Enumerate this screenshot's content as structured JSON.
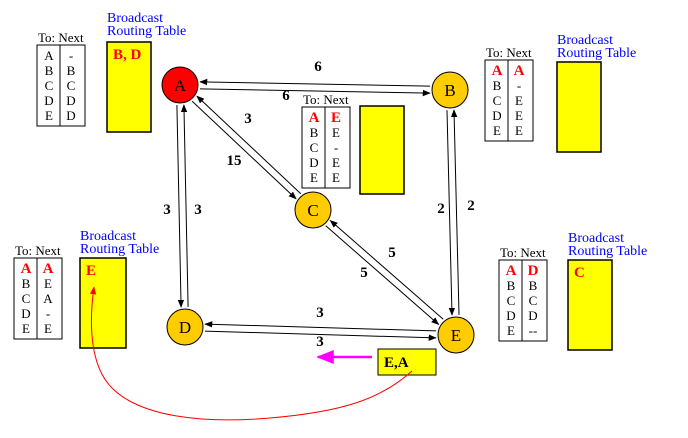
{
  "colors": {
    "node_source": "#ff0000",
    "node": "#ffcc00",
    "node_outline": "#000000",
    "broadcast_box": "#ffff00",
    "broadcast_title": "#0000ff",
    "highlight_text": "#ff0000",
    "packet_arrow": "#ff00ff",
    "path_curve": "#ff0000"
  },
  "nodes": [
    {
      "id": "A",
      "label": "A",
      "source": true
    },
    {
      "id": "B",
      "label": "B",
      "source": false
    },
    {
      "id": "C",
      "label": "C",
      "source": false
    },
    {
      "id": "D",
      "label": "D",
      "source": false
    },
    {
      "id": "E",
      "label": "E",
      "source": false
    }
  ],
  "links": [
    {
      "from": "A",
      "to": "B",
      "forward_cost": "6",
      "backward_cost": "6"
    },
    {
      "from": "A",
      "to": "C",
      "forward_cost": "3",
      "backward_cost": "15"
    },
    {
      "from": "A",
      "to": "D",
      "forward_cost": "3",
      "backward_cost": "3"
    },
    {
      "from": "B",
      "to": "E",
      "forward_cost": "2",
      "backward_cost": "2"
    },
    {
      "from": "C",
      "to": "E",
      "forward_cost": "5",
      "backward_cost": "5"
    },
    {
      "from": "D",
      "to": "E",
      "forward_cost": "3",
      "backward_cost": "3"
    }
  ],
  "routing_tables": [
    {
      "node": "A",
      "header": "To: Next",
      "to": [
        "A",
        "B",
        "C",
        "D",
        "E"
      ],
      "next": [
        "-",
        "B",
        "C",
        "D",
        "D"
      ],
      "highlight_row": -1
    },
    {
      "node": "B",
      "header": "To: Next",
      "to": [
        "A",
        "B",
        "C",
        "D",
        "E"
      ],
      "next": [
        "A",
        "-",
        "E",
        "E",
        "E"
      ],
      "highlight_row": 0
    },
    {
      "node": "C",
      "header": "To: Next",
      "to": [
        "A",
        "B",
        "C",
        "D",
        "E"
      ],
      "next": [
        "E",
        "E",
        "-",
        "E",
        "E"
      ],
      "highlight_row": 0
    },
    {
      "node": "D",
      "header": "To: Next",
      "to": [
        "A",
        "B",
        "C",
        "D",
        "E"
      ],
      "next": [
        "A",
        "E",
        "A",
        "-",
        "E"
      ],
      "highlight_row": 0
    },
    {
      "node": "E",
      "header": "To: Next",
      "to": [
        "A",
        "B",
        "C",
        "D",
        "E"
      ],
      "next": [
        "D",
        "B",
        "C",
        "D",
        "--"
      ],
      "highlight_row": 0
    }
  ],
  "broadcast_tables": [
    {
      "node": "A",
      "title_line1": "Broadcast",
      "title_line2": "Routing Table",
      "entries": "B, D"
    },
    {
      "node": "B",
      "title_line1": "Broadcast",
      "title_line2": "Routing Table",
      "entries": ""
    },
    {
      "node": "C",
      "title_line1": "",
      "title_line2": "",
      "entries": ""
    },
    {
      "node": "D",
      "title_line1": "Broadcast",
      "title_line2": "Routing Table",
      "entries": "E"
    },
    {
      "node": "E",
      "title_line1": "Broadcast",
      "title_line2": "Routing Table",
      "entries": "C"
    }
  ],
  "packet": {
    "label": "E,A",
    "cost_label": "3"
  }
}
